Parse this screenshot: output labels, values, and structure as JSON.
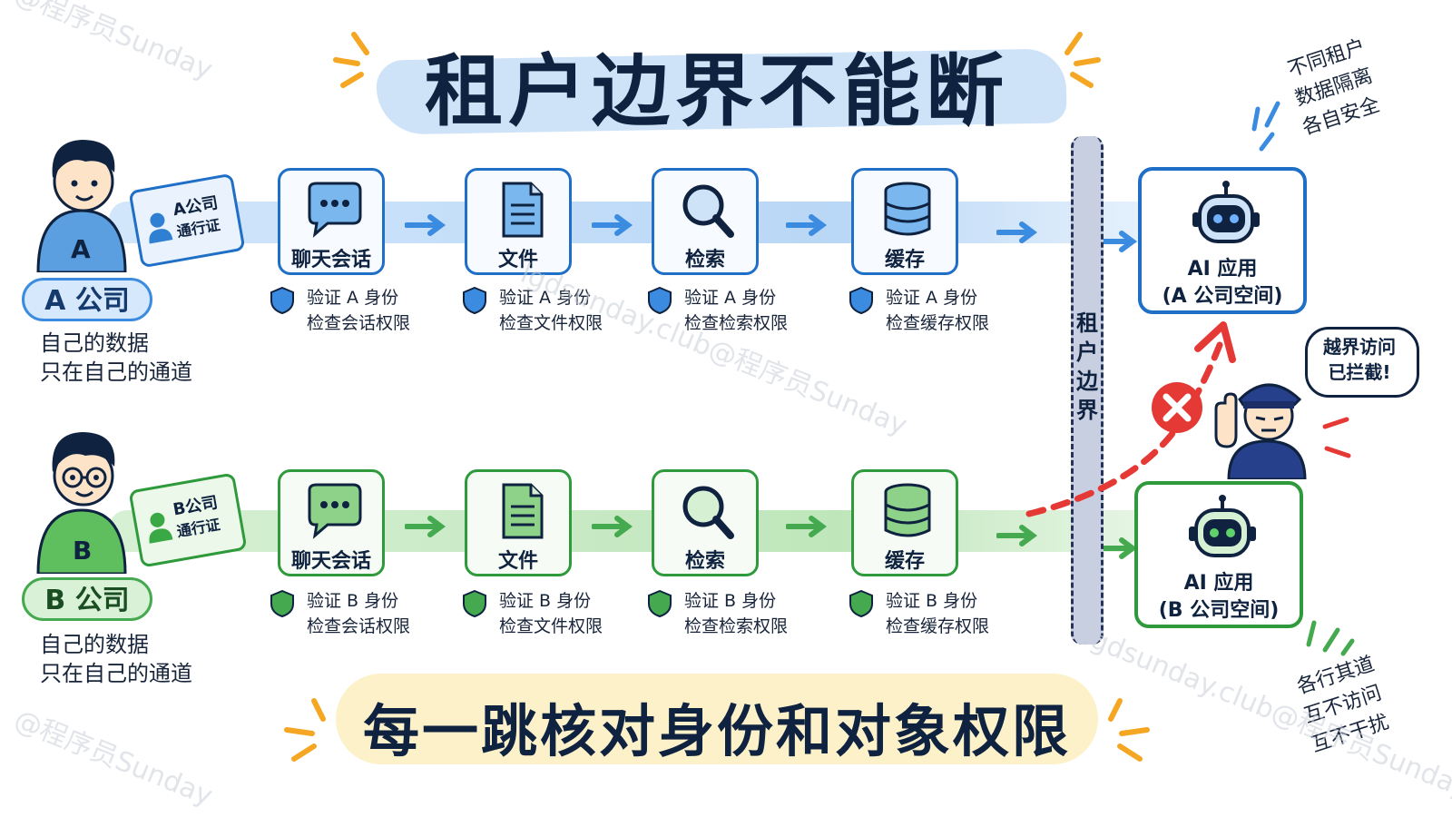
{
  "title": "租户边界不能断",
  "lanes": [
    {
      "id": "a",
      "company_tag": "A 公司",
      "badge_line1": "A公司",
      "badge_line2": "通行证",
      "shirt_letter": "A",
      "note_line1": "自己的数据",
      "note_line2": "只在自己的通道",
      "steps": [
        {
          "label": "聊天会话",
          "icon": "chat-icon",
          "check_line1": "验证 A 身份",
          "check_line2": "检查会话权限"
        },
        {
          "label": "文件",
          "icon": "file-icon",
          "check_line1": "验证 A 身份",
          "check_line2": "检查文件权限"
        },
        {
          "label": "检索",
          "icon": "search-icon",
          "check_line1": "验证 A 身份",
          "check_line2": "检查检索权限"
        },
        {
          "label": "缓存",
          "icon": "database-icon",
          "check_line1": "验证 A 身份",
          "check_line2": "检查缓存权限"
        }
      ],
      "app_line1": "AI 应用",
      "app_line2": "(A 公司空间)"
    },
    {
      "id": "b",
      "company_tag": "B 公司",
      "badge_line1": "B公司",
      "badge_line2": "通行证",
      "shirt_letter": "B",
      "note_line1": "自己的数据",
      "note_line2": "只在自己的通道",
      "steps": [
        {
          "label": "聊天会话",
          "icon": "chat-icon",
          "check_line1": "验证 B 身份",
          "check_line2": "检查会话权限"
        },
        {
          "label": "文件",
          "icon": "file-icon",
          "check_line1": "验证 B 身份",
          "check_line2": "检查文件权限"
        },
        {
          "label": "检索",
          "icon": "search-icon",
          "check_line1": "验证 B 身份",
          "check_line2": "检查检索权限"
        },
        {
          "label": "缓存",
          "icon": "database-icon",
          "check_line1": "验证 B 身份",
          "check_line2": "检查缓存权限"
        }
      ],
      "app_line1": "AI 应用",
      "app_line2": "(B 公司空间)"
    }
  ],
  "boundary_label": "租户边界",
  "top_right_note": [
    "不同租户",
    "数据隔离",
    "各自安全"
  ],
  "speech_bubble": [
    "越界访问",
    "已拦截!"
  ],
  "bottom_right_note": [
    "各行其道",
    "互不访问",
    "互不干扰"
  ],
  "bottom_banner": "每一跳核对身份和对象权限",
  "watermarks": [
    "@程序员Sunday",
    "lgdsunday.club@程序员Sunday"
  ],
  "colors": {
    "lane_a": "#1f6fc7",
    "lane_b": "#2f9a3c",
    "blocked": "#e53935",
    "ink": "#0f2340"
  }
}
